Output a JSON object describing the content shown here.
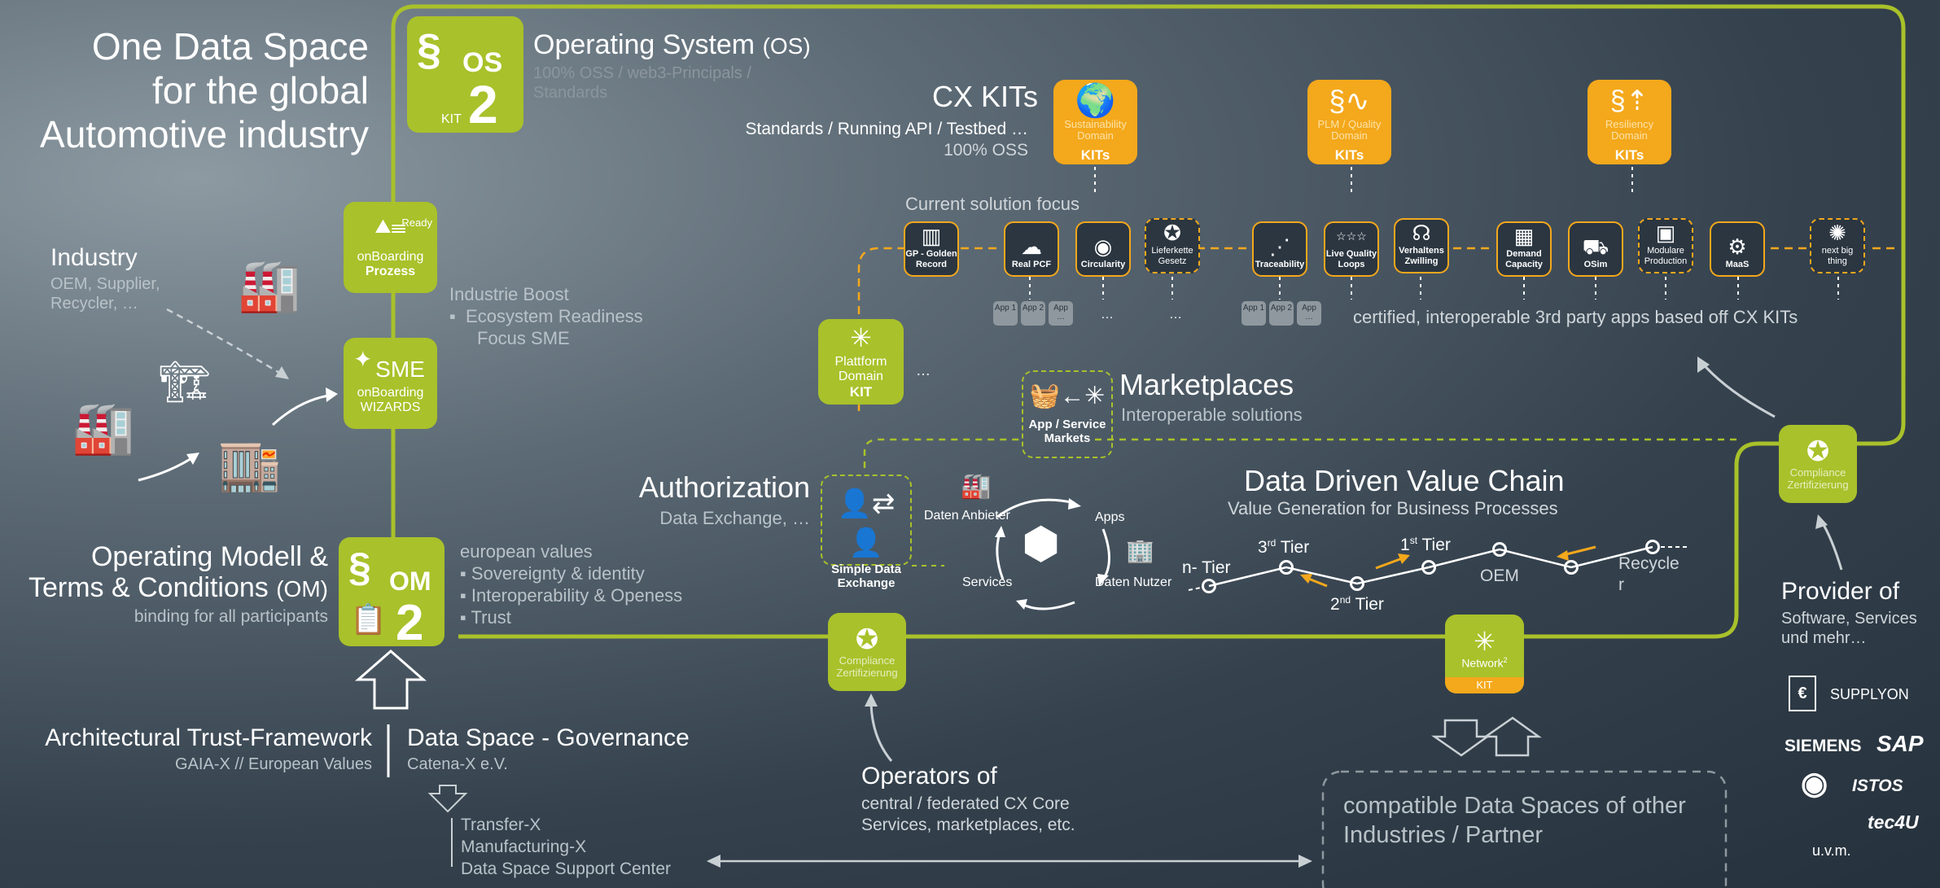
{
  "header": {
    "title_lines": [
      "One Data Space",
      "for the global",
      "Automotive industry"
    ]
  },
  "os": {
    "title": "Operating System",
    "title_suffix": "(OS)",
    "sub1": "100% OSS / web3-Principals /",
    "sub2": "Standards",
    "badge_big": "OS",
    "badge_kit": "KIT",
    "badge_num": "2"
  },
  "cxkits": {
    "title": "CX KITs",
    "sub1": "Standards / Running API / Testbed …",
    "sub2": "100% OSS",
    "kits": [
      {
        "label1": "Sustainability",
        "label2": "Domain",
        "foot": "KITs"
      },
      {
        "label1": "PLM / Quality",
        "label2": "Domain",
        "foot": "KITs"
      },
      {
        "label1": "Resiliency",
        "label2": "Domain",
        "foot": "KITs"
      }
    ]
  },
  "solution": {
    "focus": "Current solution focus",
    "apps": [
      {
        "icon": "building-icon",
        "glyph": "▥",
        "label": "GP - Golden Record",
        "dashed": false
      },
      {
        "icon": "co2-icon",
        "glyph": "☁",
        "label": "Real PCF",
        "dashed": false
      },
      {
        "icon": "aperture-icon",
        "glyph": "◉",
        "label": "Circularity",
        "dashed": false
      },
      {
        "icon": "certificate-icon",
        "glyph": "✪",
        "label": "Lieferkette Gesetz",
        "dashed": true
      },
      {
        "icon": "route-icon",
        "glyph": "⋰",
        "label": "Traceability",
        "dashed": false
      },
      {
        "icon": "stars-icon",
        "glyph": "☆☆☆",
        "label": "Live Quality Loops",
        "dashed": false
      },
      {
        "icon": "brain-icon",
        "glyph": "☊",
        "label": "Verhaltens Zwilling",
        "dashed": false
      },
      {
        "icon": "boxes-icon",
        "glyph": "▦",
        "label": "Demand Capacity",
        "dashed": false
      },
      {
        "icon": "truck-icon",
        "glyph": "⛟",
        "label": "OSim",
        "dashed": false
      },
      {
        "icon": "module-icon",
        "glyph": "▣",
        "label": "Modulare Production",
        "dashed": true
      },
      {
        "icon": "robot-arm-icon",
        "glyph": "⚙",
        "label": "MaaS",
        "dashed": false
      },
      {
        "icon": "lightbulb-icon",
        "glyph": "✺",
        "label": "next big thing",
        "dashed": true
      }
    ],
    "mini_apps": [
      "App 1",
      "App 2",
      "App …"
    ],
    "ellipsis": "…",
    "certified": "certified, interoperable 3rd party apps based off  CX KITs"
  },
  "onboarding": {
    "prozess_ready": "Ready",
    "prozess1": "onBoarding",
    "prozess2": "Prozess",
    "sme_big": "SME",
    "sme1": "onBoarding",
    "sme2": "WIZARDS"
  },
  "industry": {
    "title": "Industry",
    "sub1": "OEM, Supplier,",
    "sub2": "Recycler, …"
  },
  "boost": {
    "title": "Industrie Boost",
    "bullet1": "Ecosystem Readiness",
    "bullet2": "Focus SME"
  },
  "plattform": {
    "l1": "Plattform",
    "l2": "Domain",
    "foot": "KIT",
    "ellipsis": "…"
  },
  "marketplaces": {
    "title": "Marketplaces",
    "sub": "Interoperable solutions",
    "box1": "App / Service",
    "box2": "Markets"
  },
  "authorization": {
    "title": "Authorization",
    "sub": "Data Exchange, …",
    "box1": "Simple Data",
    "box2": "Exchange"
  },
  "cycle": {
    "anbieter": "Daten Anbieter",
    "apps": "Apps",
    "services": "Services",
    "nutzer": "Daten Nutzer"
  },
  "valuechain": {
    "title": "Data Driven Value Chain",
    "sub": "Value Generation for Business Processes",
    "n_tier": "n- Tier",
    "tier3": "3",
    "tier3_sup": "rd",
    "tier3_word": "Tier",
    "tier2": "2",
    "tier2_sup": "nd",
    "tier2_word": "Tier",
    "tier1": "1",
    "tier1_sup": "st",
    "tier1_word": "Tier",
    "oem": "OEM",
    "recycler1": "Recycle",
    "recycler2": "r"
  },
  "om": {
    "title": "Operating Modell &",
    "title2": "Terms & Conditions",
    "title2_suffix": "(OM)",
    "sub": "binding for all participants",
    "badge_big": "OM",
    "badge_num": "2",
    "values_title": "european values",
    "values": [
      "Sovereignty & identity",
      "Interoperability & Openess",
      "Trust"
    ]
  },
  "compliance": {
    "l1": "Compliance",
    "l2": "Zertifizierung"
  },
  "network": {
    "l1": "Network",
    "sup": "2",
    "foot": "KIT"
  },
  "provider": {
    "title": "Provider of",
    "sub1": "Software, Services",
    "sub2": "und mehr…"
  },
  "logos": {
    "supplyon": "SUPPLYON",
    "siemens": "SIEMENS",
    "sap": "SAP",
    "istos": "ISTOS",
    "tec4u": "tec4U",
    "uvm": "u.v.m."
  },
  "trust": {
    "title": "Architectural Trust-Framework",
    "sub": "GAIA-X  // European Values"
  },
  "governance": {
    "title": "Data Space - Governance",
    "sub": "Catena-X e.V.",
    "items": [
      "Transfer-X",
      "Manufacturing-X",
      "Data Space Support Center"
    ]
  },
  "operators": {
    "title": "Operators of",
    "sub1": "central / federated CX Core",
    "sub2": "Services, marketplaces, etc."
  },
  "compatible": {
    "l1": "compatible Data Spaces of other",
    "l2": "Industries / Partner"
  },
  "colors": {
    "green": "#a9c12a",
    "orange": "#f4a81c",
    "background": "#35424e"
  }
}
